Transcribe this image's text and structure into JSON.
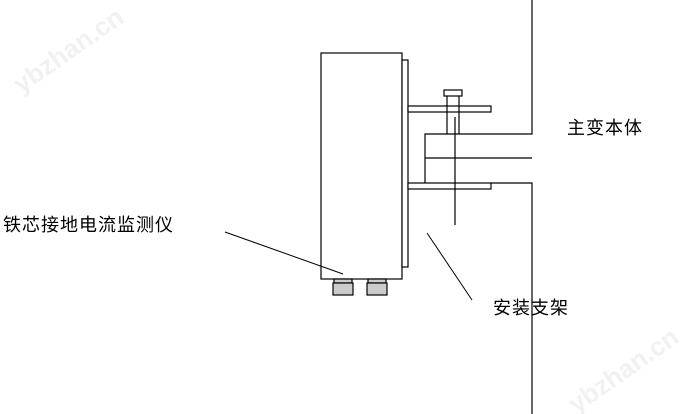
{
  "labels": {
    "transformer": "主变本体",
    "monitor": "铁芯接地电流监测仪",
    "bracket": "安装支架"
  },
  "watermark": "ybzhan.cn"
}
